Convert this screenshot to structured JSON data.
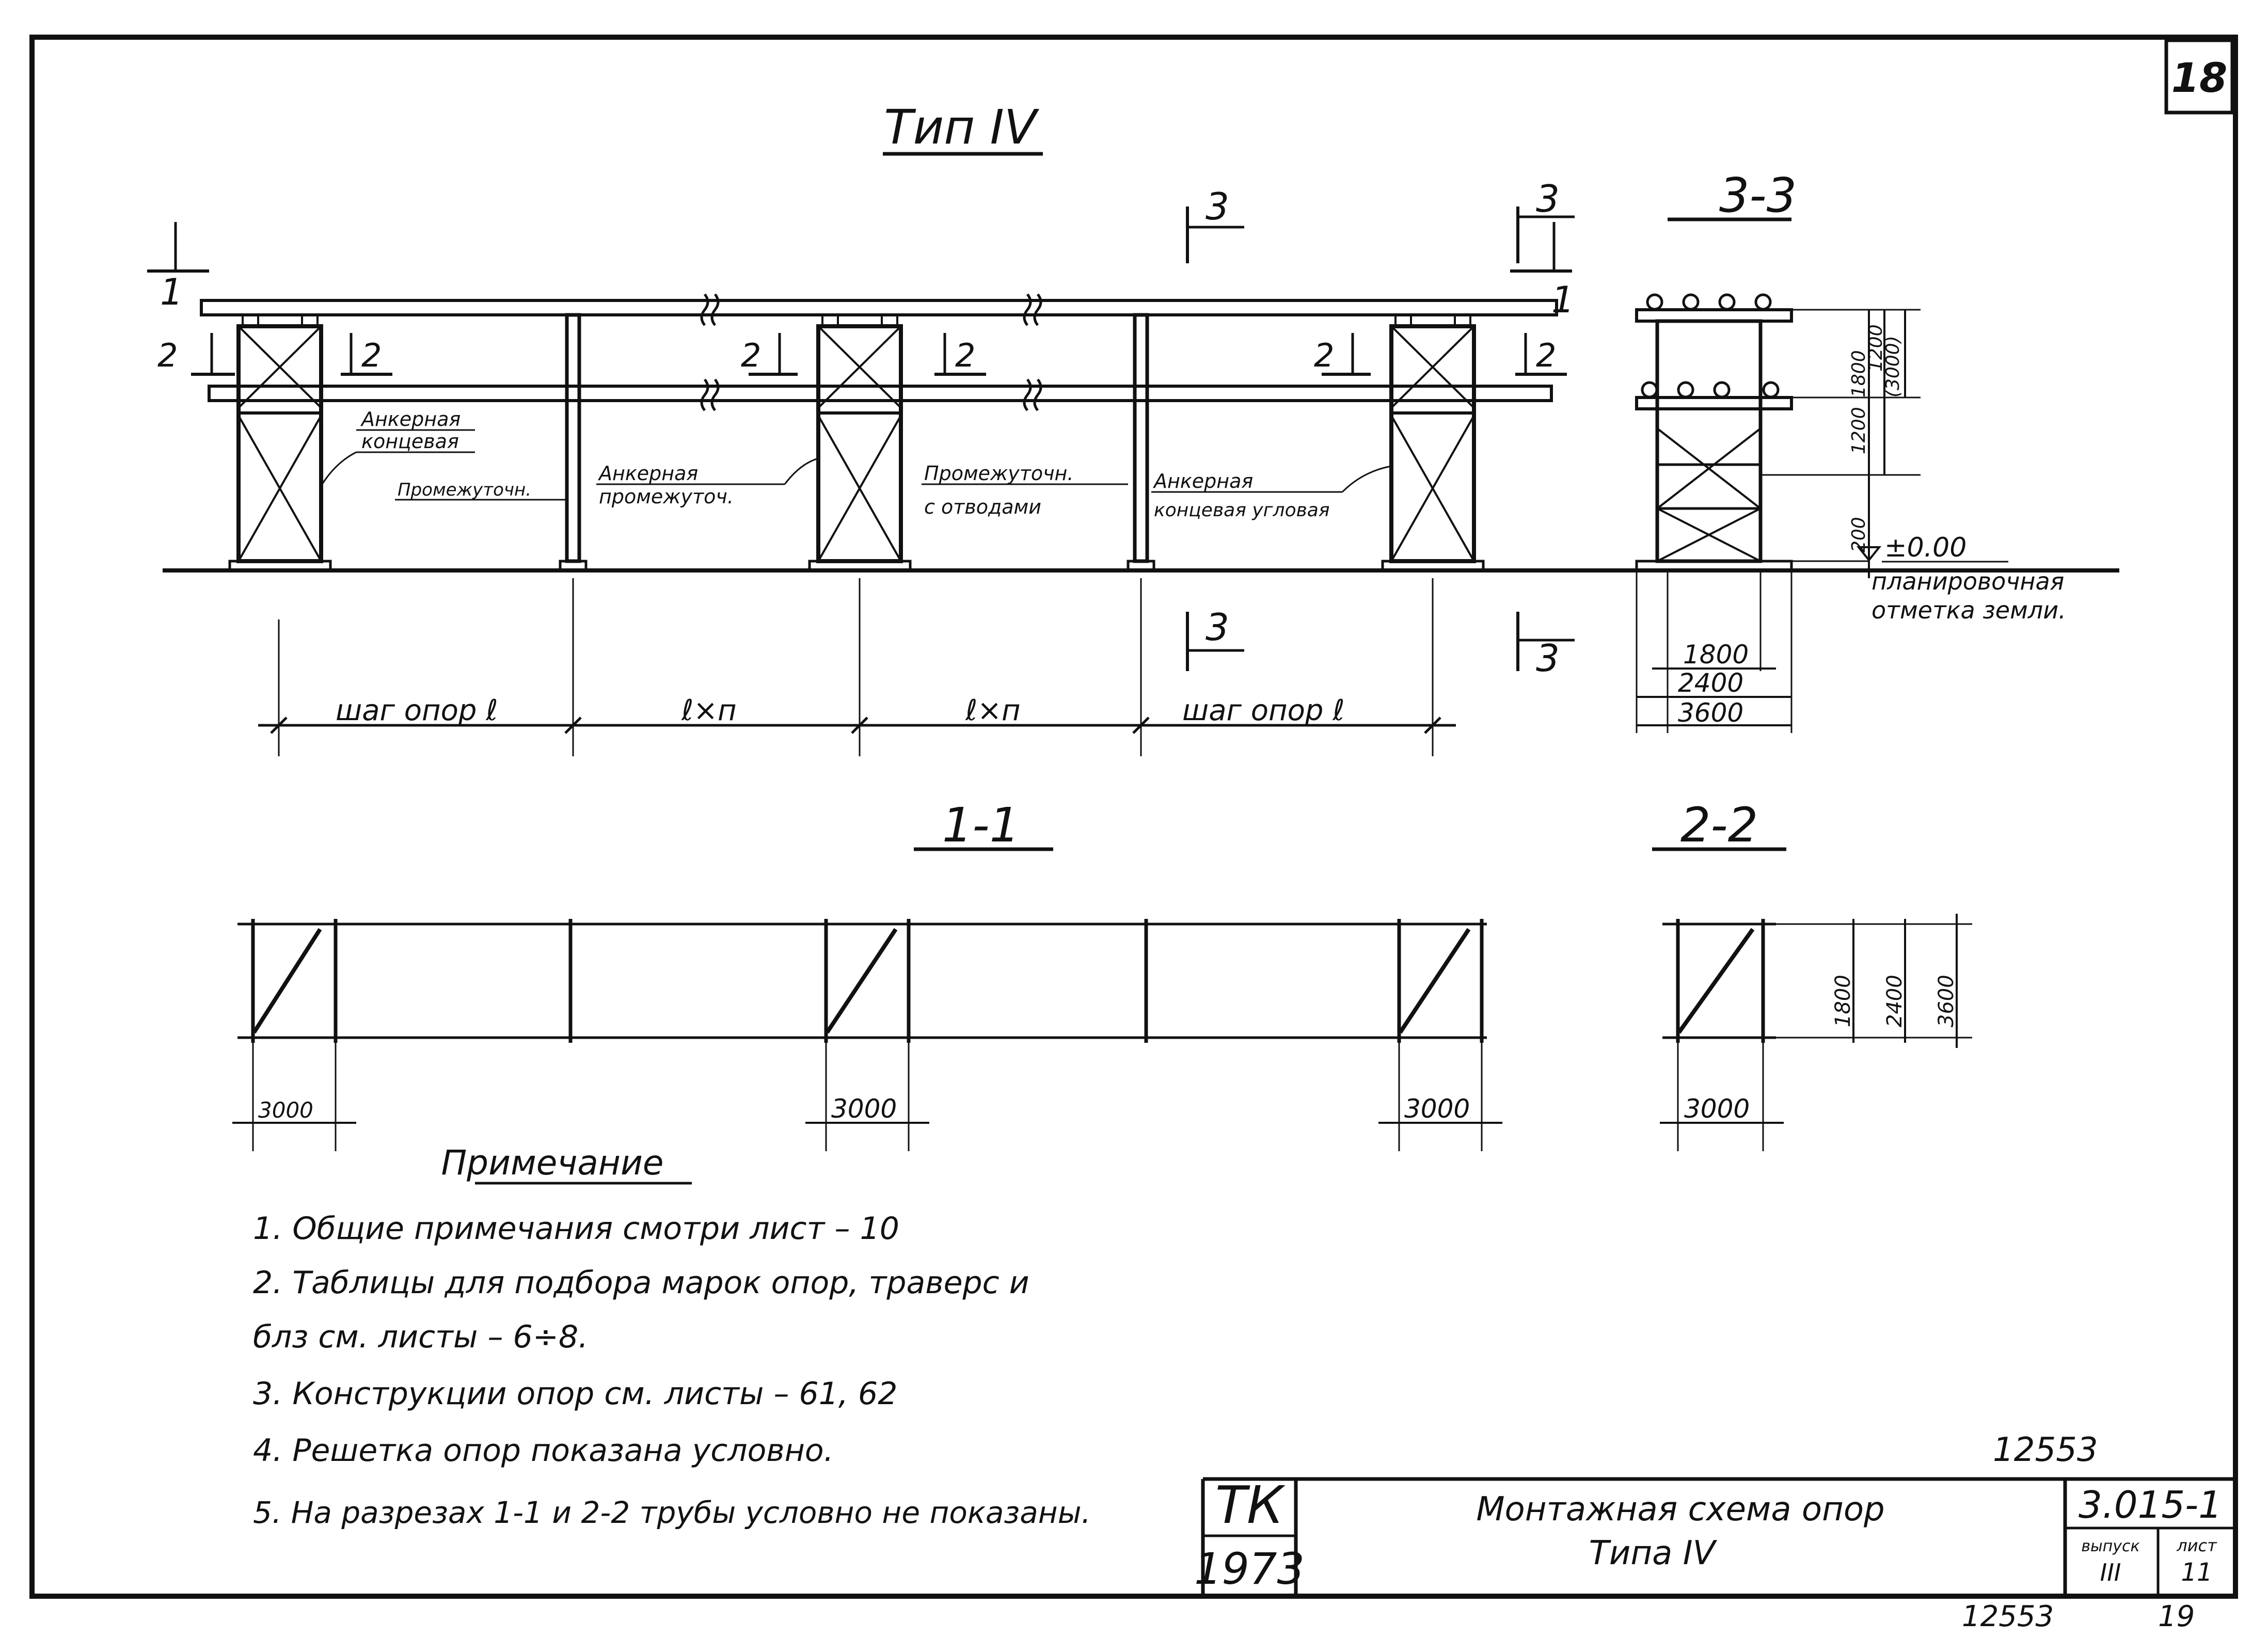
{
  "sheet_number": "18",
  "title": "Тип IV",
  "section_marks": {
    "s1": "1",
    "s2": "2",
    "s3": "3"
  },
  "views": {
    "section_3_3": "3-3",
    "section_1_1": "1-1",
    "section_2_2": "2-2"
  },
  "support_labels": {
    "anchor_end": [
      "Анкерная",
      "концевая"
    ],
    "intermediate": "Промежуточн.",
    "anchor_intermediate": [
      "Анкерная",
      "промежуточ."
    ],
    "intermediate_with_offsets": [
      "Промежуточн.",
      "с отводами"
    ],
    "anchor_end_with_bends": [
      "Анкерная",
      "концевая угловая"
    ]
  },
  "spacing_labels": [
    "шаг опор ℓ",
    "ℓ×п",
    "ℓ×п",
    "шаг опор ℓ"
  ],
  "dims_3_3": {
    "heights": [
      "1800",
      "(3000)",
      "1200",
      "1200",
      "200"
    ],
    "widths": [
      "1800",
      "2400",
      "3600"
    ]
  },
  "ground": {
    "level": "±0.00",
    "label": [
      "планировочная",
      "отметка земли."
    ]
  },
  "dims_1_1": [
    "3000",
    "3000",
    "3000"
  ],
  "dims_2_2": {
    "width": "3000",
    "depths": [
      "1800",
      "2400",
      "3600"
    ]
  },
  "notes": {
    "title": "Примечание",
    "items": [
      "1. Общие примечания смотри лист – 10",
      "2. Таблицы для подбора марок опор, траверс и",
      "    блз см. листы – 6÷8.",
      "3. Конструкции опор см. листы – 61, 62",
      "4. Решетка опор показана условно.",
      "5. На разрезах 1-1 и 2-2 трубы условно не показаны."
    ]
  },
  "stamp_number": "12553",
  "title_block": {
    "org": "ТК",
    "year": "1973",
    "name": [
      "Монтажная схема опор",
      "Типа IV"
    ],
    "doc_code": "3.015-1",
    "issue_label": "выпуск",
    "issue_value": "III",
    "sheet_label": "лист",
    "sheet_value": "11"
  },
  "footer": {
    "inv": "12553",
    "page": "19"
  }
}
